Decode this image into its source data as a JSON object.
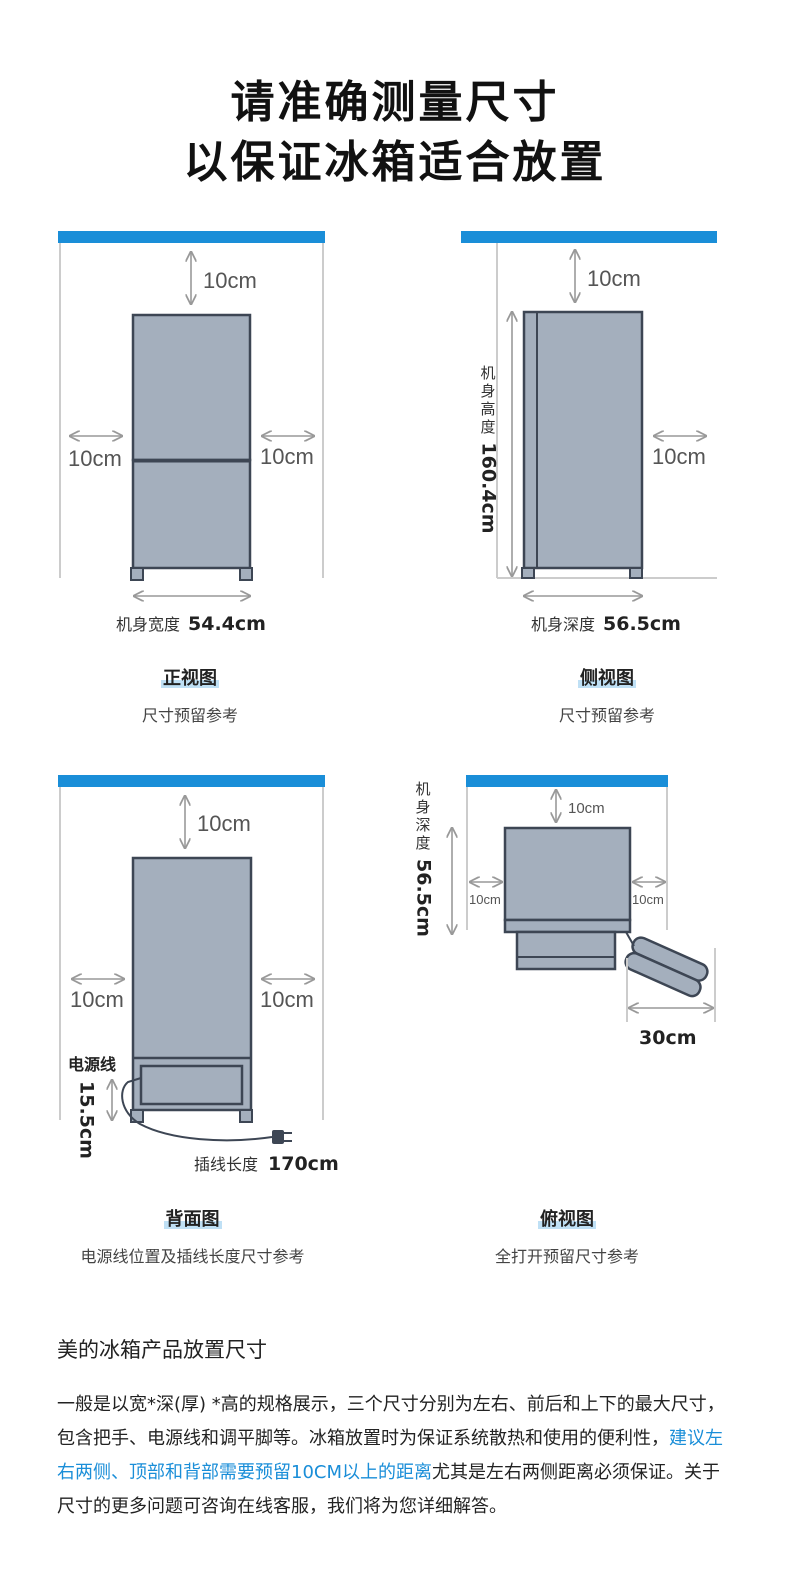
{
  "header": {
    "line1": "请准确测量尺寸",
    "line2": "以保证冰箱适合放置"
  },
  "colors": {
    "accent": "#1a8ed8",
    "body": "#a4afbd",
    "outline": "#3d4654",
    "dim": "#999999"
  },
  "front": {
    "top_gap": "10cm",
    "left_gap": "10cm",
    "right_gap": "10cm",
    "width_label": "机身宽度",
    "width_value": "54.4cm",
    "name": "正视图",
    "sub": "尺寸预留参考"
  },
  "side": {
    "top_gap": "10cm",
    "right_gap": "10cm",
    "height_label": [
      "机",
      "身",
      "高",
      "度"
    ],
    "height_value": "160.4cm",
    "depth_label": "机身深度",
    "depth_value": "56.5cm",
    "name": "侧视图",
    "sub": "尺寸预留参考"
  },
  "back": {
    "top_gap": "10cm",
    "left_gap": "10cm",
    "right_gap": "10cm",
    "cord_label": "电源线",
    "cord_height": "15.5cm",
    "plug_label": "插线长度",
    "plug_value": "170cm",
    "name": "背面图",
    "sub": "电源线位置及插线长度尺寸参考"
  },
  "top": {
    "top_gap": "10cm",
    "left_gap": "10cm",
    "right_gap": "10cm",
    "depth_label": [
      "机",
      "身",
      "深",
      "度"
    ],
    "depth_value": "56.5cm",
    "door_gap": "30cm",
    "name": "俯视图",
    "sub": "全打开预留尺寸参考"
  },
  "section": {
    "title": "美的冰箱产品放置尺寸",
    "p1": "一般是以宽*深(厚) *高的规格展示，三个尺寸分别为左右、前后和上下的最大尺寸，包含把手、电源线和调平脚等。冰箱放置时为保证系统散热和使用的便利性，",
    "p_highlight": "建议左右两侧、顶部和背部需要预留10CM以上的距离",
    "p2": "尤其是左右两侧距离必须保证。关于尺寸的更多问题可咨询在线客服，我们将为您详细解答。"
  }
}
